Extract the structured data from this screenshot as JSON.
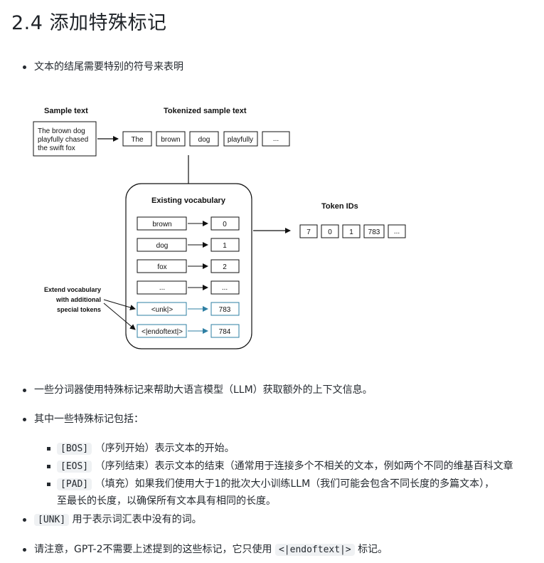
{
  "heading": "2.4 添加特殊标记",
  "intro": "文本的结尾需要特别的符号来表明",
  "diagram": {
    "sample_text_label": "Sample text",
    "sample_text_lines": [
      "The brown dog",
      "playfully chased",
      "the swift fox"
    ],
    "tokenized_label": "Tokenized sample text",
    "tokens": [
      "The",
      "brown",
      "dog",
      "playfully",
      "..."
    ],
    "vocab_title": "Existing vocabulary",
    "vocab_words": [
      "brown",
      "dog",
      "fox",
      "...",
      "<unk|>",
      "<|endoftext|>"
    ],
    "vocab_ids": [
      "0",
      "1",
      "2",
      "...",
      "783",
      "784"
    ],
    "extend_label_lines": [
      "Extend vocabulary",
      "with additional",
      "special tokens"
    ],
    "token_ids_label": "Token IDs",
    "token_ids": [
      "7",
      "0",
      "1",
      "783",
      "..."
    ]
  },
  "bullets": {
    "tokenizers": "一些分词器使用特殊标记来帮助大语言模型（LLM）获取额外的上下文信息。",
    "includes": "其中一些特殊标记包括：",
    "bos_code": "[BOS]",
    "bos_text": "（序列开始）表示文本的开始。",
    "eos_code": "[EOS]",
    "eos_text": "（序列结束）表示文本的结束（通常用于连接多个不相关的文本，例如两个不同的维基百科文章",
    "pad_code": "[PAD]",
    "pad_text": "（填充）如果我们使用大于1的批次大小训练LLM（我们可能会包含不同长度的多篇文本），",
    "pad_text_2": "至最长的长度，以确保所有文本具有相同的长度。",
    "unk_code": "[UNK]",
    "unk_text": "用于表示词汇表中没有的词。",
    "note_prefix": "请注意，GPT-2不需要上述提到的这些标记，它只使用",
    "note_code": "<|endoftext|>",
    "note_suffix": "标记。"
  }
}
